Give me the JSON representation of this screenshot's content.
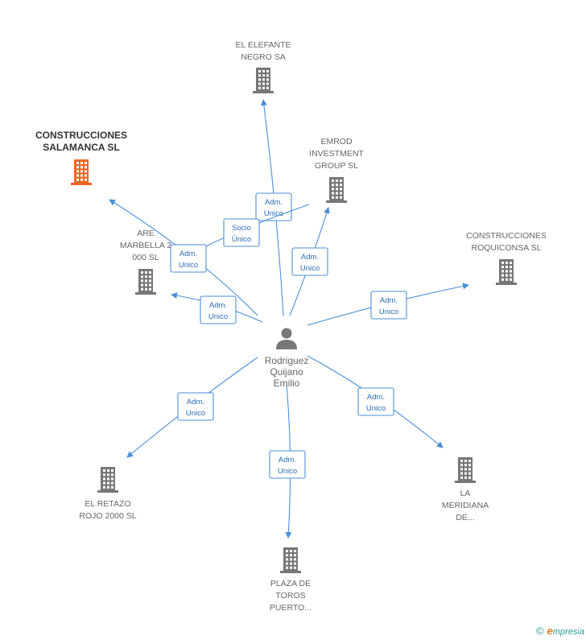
{
  "colors": {
    "edge": "#4a8fd6",
    "building": "#777777",
    "building_main": "#f26522",
    "person": "#777777"
  },
  "center": {
    "lines": [
      "Rodriguez",
      "Quijano",
      "Emilio"
    ],
    "icon": "person-icon"
  },
  "companies": [
    {
      "id": "el-elefante",
      "lines": [
        "EL ELEFANTE",
        "NEGRO SA"
      ],
      "main": false,
      "icon": "building-icon"
    },
    {
      "id": "construcciones-salamanca",
      "lines": [
        "CONSTRUCCIONES",
        "SALAMANCA SL"
      ],
      "main": true,
      "icon": "building-icon"
    },
    {
      "id": "emrod",
      "lines": [
        "EMROD",
        "INVESTMENT",
        "GROUP SL"
      ],
      "main": false,
      "icon": "building-icon"
    },
    {
      "id": "are-marbella",
      "lines": [
        "ARE",
        "MARBELLA 2",
        "000 SL"
      ],
      "main": false,
      "icon": "building-icon"
    },
    {
      "id": "construcciones-roquiconsa",
      "lines": [
        "CONSTRUCCIONES",
        "ROQUICONSA SL"
      ],
      "main": false,
      "icon": "building-icon"
    },
    {
      "id": "el-retazo",
      "lines": [
        "EL RETAZO",
        "ROJO 2000 SL"
      ],
      "main": false,
      "icon": "building-icon"
    },
    {
      "id": "la-meridiana",
      "lines": [
        "LA",
        "MERIDIANA",
        "DE..."
      ],
      "main": false,
      "icon": "building-icon"
    },
    {
      "id": "plaza-de-toros",
      "lines": [
        "PLAZA DE",
        "TOROS",
        "PUERTO..."
      ],
      "main": false,
      "icon": "building-icon"
    }
  ],
  "edges": [
    {
      "to": "el-elefante",
      "lines": [
        "Adm.",
        "Unico"
      ]
    },
    {
      "to": "construcciones-salamanca",
      "lines": [
        "Socio",
        "Único"
      ]
    },
    {
      "to": "emrod",
      "lines": [
        "Adm.",
        "Unico"
      ]
    },
    {
      "to": "are-marbella",
      "lines": [
        "Adm.",
        "Unico"
      ]
    },
    {
      "to": "are-marbella",
      "lines": [
        "Adm.",
        "Unico"
      ]
    },
    {
      "to": "construcciones-roquiconsa",
      "lines": [
        "Adm.",
        "Unico"
      ]
    },
    {
      "to": "el-retazo",
      "lines": [
        "Adm.",
        "Unico"
      ]
    },
    {
      "to": "la-meridiana",
      "lines": [
        "Adm.",
        "Unico"
      ]
    },
    {
      "to": "plaza-de-toros",
      "lines": [
        "Adm.",
        "Unico"
      ]
    }
  ],
  "footer": {
    "copyright": "©",
    "brand_first": "e",
    "brand_rest": "mpresia"
  }
}
